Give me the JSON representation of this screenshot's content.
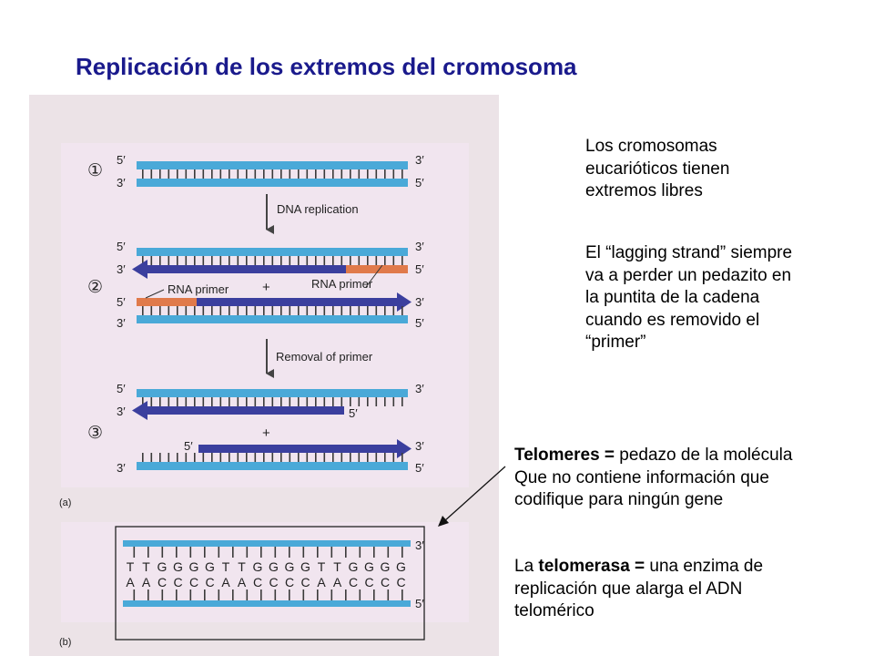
{
  "title": "Replicación de los extremos del cromosoma",
  "side_text": {
    "p1": [
      "Los cromosomas",
      "eucarióticos tienen",
      "extremos libres"
    ],
    "p2": [
      "El “lagging strand” siempre",
      "va a perder un pedazito en",
      "la puntita de la cadena",
      "cuando es removido el",
      "“primer”"
    ]
  },
  "telomeres": {
    "term": "Telomeres =",
    "line1_rest": " pedazo de la molécula",
    "line2": "Que no contiene información que",
    "line3": "codifique para ningún gene"
  },
  "telomerase": {
    "prefix": "La ",
    "term": "telomerasa =",
    "line1_rest": " una enzima de",
    "line2": "replicación que alarga el ADN",
    "line3": "telomérico"
  },
  "figure": {
    "five": "5′",
    "three": "3′",
    "step1": "①",
    "step2": "②",
    "step3": "③",
    "dna_replication": "DNA replication",
    "rna_primer": "RNA primer",
    "plus": "+",
    "removal_of_primer": "Removal of primer",
    "panel_a": "(a)",
    "panel_b": "(b)",
    "seq_top": [
      "T",
      "T",
      "G",
      "G",
      "G",
      "G",
      "T",
      "T",
      "G",
      "G",
      "G",
      "G",
      "T",
      "T",
      "G",
      "G",
      "G",
      "G"
    ],
    "seq_bottom": [
      "A",
      "A",
      "C",
      "C",
      "C",
      "C",
      "A",
      "A",
      "C",
      "C",
      "C",
      "C",
      "A",
      "A",
      "C",
      "C",
      "C",
      "C"
    ]
  },
  "colors": {
    "title": "#1a1a8c",
    "strand_blue": "#4aa9d8",
    "arrow_navy": "#3b3f9e",
    "primer_orange": "#e07a4b",
    "panel_bg": "#ece3e7"
  }
}
